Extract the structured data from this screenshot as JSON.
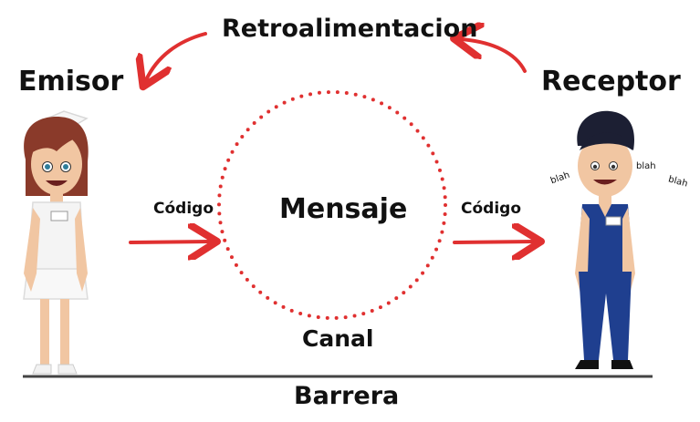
{
  "labels": {
    "retroalimentacion": "Retroalimentacion",
    "emisor": "Emisor",
    "receptor": "Receptor",
    "codigo_left": "Código",
    "codigo_right": "Código",
    "mensaje": "Mensaje",
    "canal": "Canal",
    "barrera": "Barrera",
    "blah1": "blah",
    "blah2": "blah",
    "blah3": "blah"
  },
  "colors": {
    "arrow": "#e03030",
    "dots": "#e03030",
    "text": "#111111",
    "nurse_uniform": "#f4f4f4",
    "nurse_hair": "#8a3a2a",
    "receptor_uniform": "#1f3f8f",
    "receptor_hair": "#1c1f33",
    "skin": "#f1c6a2"
  }
}
